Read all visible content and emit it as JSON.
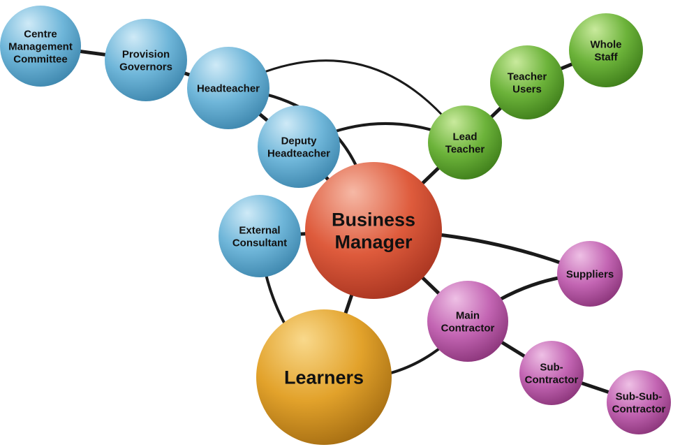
{
  "nodes": [
    {
      "id": "centre",
      "lines": [
        "Centre",
        "Management",
        "Committee"
      ],
      "color": "blue",
      "group": "governance"
    },
    {
      "id": "governors",
      "lines": [
        "Provision",
        "Governors"
      ],
      "color": "blue",
      "group": "governance"
    },
    {
      "id": "headteacher",
      "lines": [
        "Headteacher"
      ],
      "color": "blue",
      "group": "governance"
    },
    {
      "id": "deputy",
      "lines": [
        "Deputy",
        "Headteacher"
      ],
      "color": "blue",
      "group": "governance"
    },
    {
      "id": "external",
      "lines": [
        "External",
        "Consultant"
      ],
      "color": "blue",
      "group": "governance"
    },
    {
      "id": "business",
      "lines": [
        "Business",
        "Manager"
      ],
      "color": "red",
      "group": "core"
    },
    {
      "id": "learners",
      "lines": [
        "Learners"
      ],
      "color": "orange",
      "group": "core"
    },
    {
      "id": "lead",
      "lines": [
        "Lead",
        "Teacher"
      ],
      "color": "green",
      "group": "staff"
    },
    {
      "id": "teacher_users",
      "lines": [
        "Teacher",
        "Users"
      ],
      "color": "green",
      "group": "staff"
    },
    {
      "id": "whole_staff",
      "lines": [
        "Whole",
        "Staff"
      ],
      "color": "green",
      "group": "staff"
    },
    {
      "id": "suppliers",
      "lines": [
        "Suppliers"
      ],
      "color": "purple",
      "group": "contractors"
    },
    {
      "id": "main",
      "lines": [
        "Main",
        "Contractor"
      ],
      "color": "purple",
      "group": "contractors"
    },
    {
      "id": "sub",
      "lines": [
        "Sub-",
        "Contractor"
      ],
      "color": "purple",
      "group": "contractors"
    },
    {
      "id": "subsub",
      "lines": [
        "Sub-Sub-",
        "Contractor"
      ],
      "color": "purple",
      "group": "contractors"
    }
  ],
  "links": [
    [
      "centre",
      "governors"
    ],
    [
      "governors",
      "headteacher"
    ],
    [
      "headteacher",
      "deputy"
    ],
    [
      "deputy",
      "business"
    ],
    [
      "external",
      "business"
    ],
    [
      "business",
      "learners"
    ],
    [
      "business",
      "lead"
    ],
    [
      "lead",
      "teacher_users"
    ],
    [
      "teacher_users",
      "whole_staff"
    ],
    [
      "business",
      "main"
    ],
    [
      "main",
      "sub"
    ],
    [
      "sub",
      "subsub"
    ],
    [
      "business",
      "suppliers"
    ],
    [
      "suppliers",
      "main"
    ],
    [
      "headteacher",
      "business"
    ],
    [
      "headteacher",
      "lead"
    ],
    [
      "deputy",
      "lead"
    ],
    [
      "external",
      "learners"
    ],
    [
      "learners",
      "main"
    ]
  ],
  "colors": {
    "blue": {
      "light": "#cfeaf7",
      "mid": "#6fb6d9",
      "dark": "#3d86ad"
    },
    "red": {
      "light": "#f6b9a6",
      "mid": "#de5b3c",
      "dark": "#a83420"
    },
    "orange": {
      "light": "#f9d98c",
      "mid": "#e2a22b",
      "dark": "#a56d12"
    },
    "green": {
      "light": "#c9ea9d",
      "mid": "#6cb33a",
      "dark": "#3e7d1a"
    },
    "purple": {
      "light": "#eec0e5",
      "mid": "#c365b3",
      "dark": "#8a3479"
    }
  }
}
